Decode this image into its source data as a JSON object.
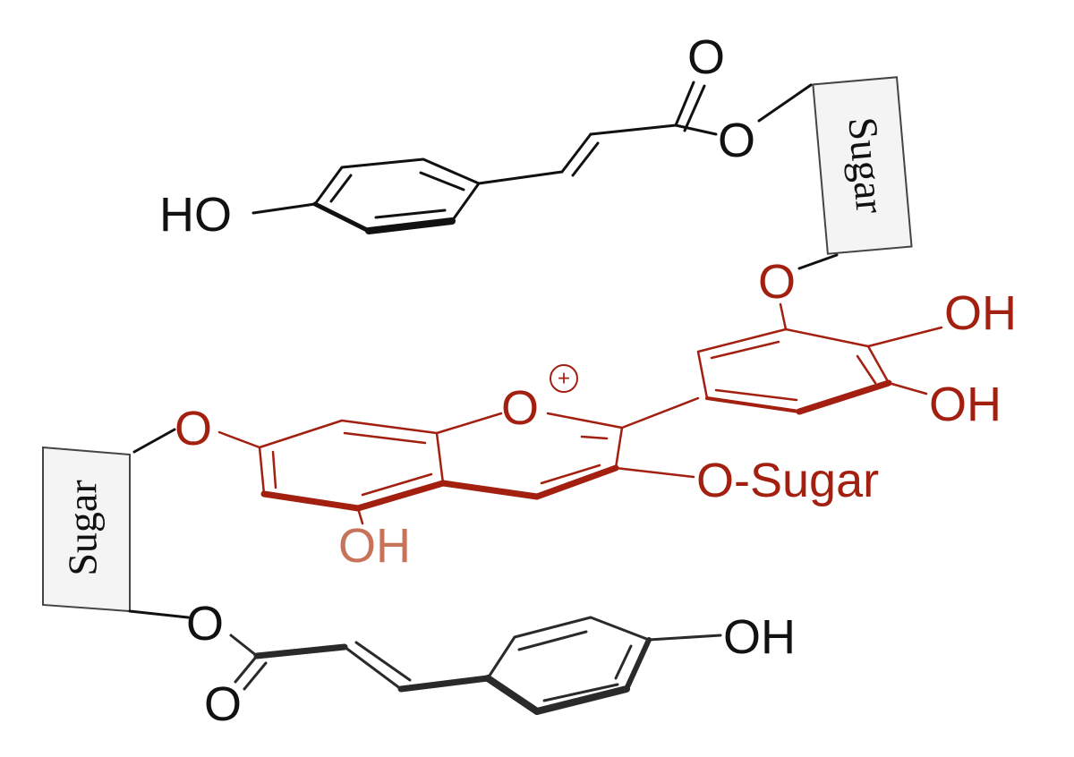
{
  "colors": {
    "black": "#111111",
    "red": "#a31f10",
    "orange_oh": "#c7735a",
    "gray_bond": "#2a2a2a",
    "box_fill": "#f4f4f4"
  },
  "labels": {
    "top_carbonyl_o": "O",
    "top_ester_o": "O",
    "top_ho": "HO",
    "top_sugar": "Sugar",
    "bridge_o": "O",
    "oh_upper": "OH",
    "oh_lower": "OH",
    "ring_o": "O",
    "plus": "+",
    "o_sugar": "O-Sugar",
    "left_o": "O",
    "oh_bottom": "OH",
    "left_sugar": "Sugar",
    "bottom_ester_o": "O",
    "bottom_carbonyl_o": "O",
    "bottom_oh": "OH"
  }
}
